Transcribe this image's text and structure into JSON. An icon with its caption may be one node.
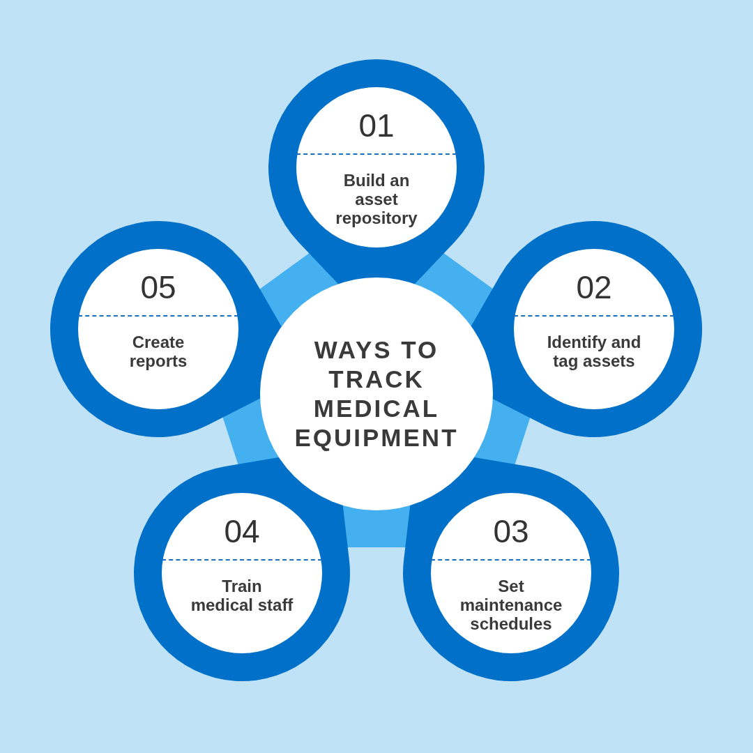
{
  "diagram": {
    "nodes": [
      {
        "text": [
          "WAYS TO TRACK MEDICAL EQUIPMENT"
        ]
      },
      {
        "text": [
          "01",
          "Build an asset repository"
        ]
      },
      {
        "text": [
          "02",
          "Identify and tag assets"
        ]
      },
      {
        "text": [
          "03",
          "Set maintenance schedules"
        ]
      },
      {
        "text": [
          "04",
          "Train medical staff"
        ]
      },
      {
        "text": [
          "05",
          "Create reports"
        ]
      }
    ]
  }
}
